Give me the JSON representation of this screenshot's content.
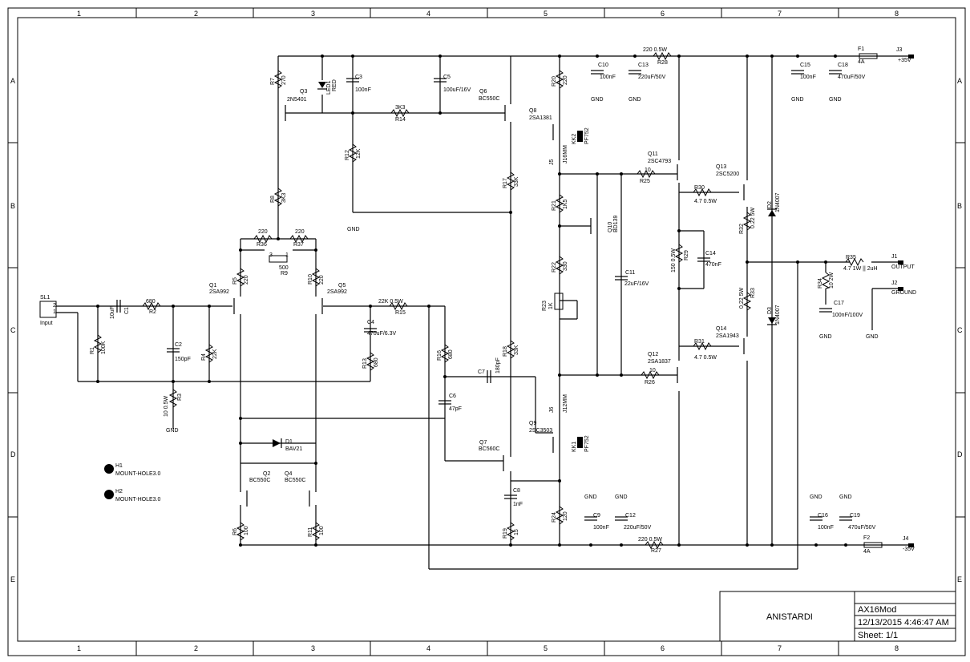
{
  "frame": {
    "col_labels": [
      "1",
      "2",
      "3",
      "4",
      "5",
      "6",
      "7",
      "8"
    ],
    "row_labels": [
      "A",
      "B",
      "C",
      "D",
      "E"
    ]
  },
  "title_block": {
    "company": "ANISTARDI",
    "project": "AX16Mod",
    "datetime": "12/13/2015 4:46:47 AM",
    "sheet": "Sheet: 1/1"
  },
  "connectors": {
    "input_ref": "SL1",
    "input_name": "Input",
    "j3_ref": "J3",
    "j3_label": "+35V",
    "j4_ref": "J4",
    "j4_label": "-35V",
    "j1_ref": "J1",
    "j1_label": "OUTPUT",
    "j2_ref": "J2",
    "j2_label": "GROUND",
    "h1": "H1",
    "h1_name": "MOUNT-HOLE3.0",
    "h2": "H2",
    "h2_name": "MOUNT-HOLE3.0"
  },
  "resistors": {
    "R1": "R1",
    "R1v": "100K",
    "R2": "R2",
    "R2v": "680",
    "R3": "R3",
    "R3v": "10 0.5W",
    "R4": "R4",
    "R4v": "22K",
    "R5": "R5",
    "R5v": "220",
    "R6": "R6",
    "R6v": "100",
    "R7": "R7",
    "R7v": "270",
    "R8": "R8",
    "R8v": "3K3",
    "R9": "R9",
    "R9v": "500",
    "R10": "R10",
    "R10v": "220",
    "R11": "R11",
    "R11v": "100",
    "R12": "R12",
    "R12v": "12K",
    "R13": "R13",
    "R13v": "680",
    "R14": "R14",
    "R14v": "3K3",
    "R15": "R15",
    "R15v": "22K 0.5W",
    "R16": "R16",
    "R16v": "680",
    "R17": "R17",
    "R17v": "33K",
    "R18": "R18",
    "R18v": "33K",
    "R19": "R19",
    "R19v": "15",
    "R20": "R20",
    "R20v": "220",
    "R21": "R21",
    "R21v": "1K5",
    "R22": "R22",
    "R22v": "330",
    "R23": "R23",
    "R23v": "1K",
    "R24": "R24",
    "R24v": "120",
    "R25": "R25",
    "R25v": "10",
    "R26": "R26",
    "R26v": "10",
    "R27": "R27",
    "R27v": "220 0.5W",
    "R28": "R28",
    "R28v": "220 0.5W",
    "R29": "R29",
    "R29v": "150 0.5W",
    "R30": "R30",
    "R30v": "4.7 0.5W",
    "R31": "R31",
    "R31v": "4.7 0.5W",
    "R32": "R32",
    "R32v": "0.22 5W",
    "R33": "R33",
    "R33v": "0.22 5W",
    "R34": "R34",
    "R34v": "10 2W",
    "R35": "R35",
    "R35v": "4.7 1W || 2uH",
    "R36": "R36",
    "R36v": "220",
    "R37": "R37",
    "R37v": "220"
  },
  "capacitors": {
    "C1": "C1",
    "C1v": "10uF",
    "C2": "C2",
    "C2v": "150pF",
    "C3": "C3",
    "C3v": "100nF",
    "C4": "C4",
    "C4v": "470uF/6.3V",
    "C5": "C5",
    "C5v": "100uF/16V",
    "C6": "C6",
    "C6v": "47pF",
    "C7": "C7",
    "C7v": "180pF",
    "C8": "C8",
    "C8v": "1nF",
    "C9": "C9",
    "C9v": "100nF",
    "C10": "C10",
    "C10v": "100nF",
    "C11": "C11",
    "C11v": "22uF/16V",
    "C12": "C12",
    "C12v": "220uF/50V",
    "C13": "C13",
    "C13v": "220uF/50V",
    "C14": "C14",
    "C14v": "470nF",
    "C15": "C15",
    "C15v": "100nF",
    "C16": "C16",
    "C16v": "100nF",
    "C17": "C17",
    "C17v": "100nF/100V",
    "C18": "C18",
    "C18v": "470uF/50V",
    "C19": "C19",
    "C19v": "470uF/50V"
  },
  "transistors": {
    "Q1": "Q1",
    "Q1v": "2SA992",
    "Q2": "Q2",
    "Q2v": "BC550C",
    "Q3": "Q3",
    "Q3v": "2N5401",
    "Q4": "Q4",
    "Q4v": "BC550C",
    "Q5": "Q5",
    "Q5v": "2SA992",
    "Q6": "Q6",
    "Q6v": "BC550C",
    "Q7": "Q7",
    "Q7v": "BC560C",
    "Q8": "Q8",
    "Q8v": "2SA1381",
    "Q9": "Q9",
    "Q9v": "2SC3503",
    "Q10": "Q10",
    "Q10v": "BD139",
    "Q11": "Q11",
    "Q11v": "2SC4793",
    "Q12": "Q12",
    "Q12v": "2SA1837",
    "Q13": "Q13",
    "Q13v": "2SC5200",
    "Q14": "Q14",
    "Q14v": "2SA1943"
  },
  "diodes": {
    "D1": "D1",
    "D1v": "BAV21",
    "D2": "D2",
    "D2v": "1N4007",
    "D3": "D3",
    "D3v": "1N4007",
    "LED": "LED1",
    "LEDv": "RED"
  },
  "misc": {
    "J5": "J5",
    "J5v": "J16MM",
    "J6": "J6",
    "J6v": "J12MM",
    "KK1": "KK1",
    "KK1v": "PF752",
    "KK2": "KK2",
    "KK2v": "PF752",
    "F1": "F1",
    "F1v": "4A",
    "F2": "F2",
    "F2v": "4A",
    "gnd": "GND",
    "pin1": "1",
    "pin2": "2",
    "pin3": "3"
  }
}
